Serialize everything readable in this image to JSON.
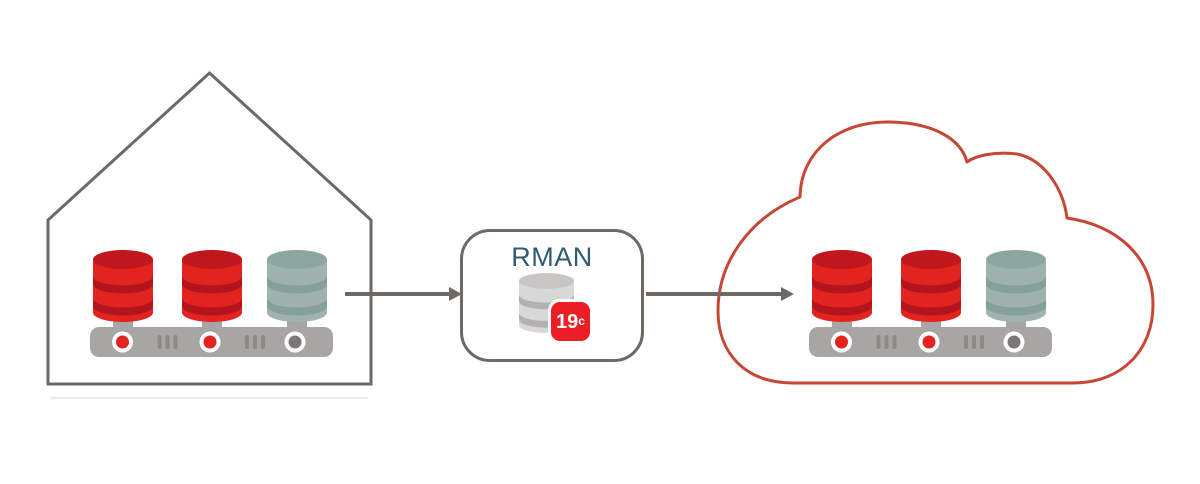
{
  "diagram": {
    "rman_box": {
      "label": "RMAN",
      "badge_value": "19",
      "badge_superscript": "c"
    },
    "nodes": {
      "on_premises": {
        "icon": "house-outline-icon",
        "contents": [
          "database-red-icon",
          "database-red-icon",
          "database-teal-icon",
          "server-bar-icon"
        ]
      },
      "rman": {
        "icon": "database-gray-icon",
        "badge_icon": "version-badge-19c"
      },
      "cloud": {
        "icon": "cloud-outline-icon",
        "contents": [
          "database-red-icon",
          "database-red-icon",
          "database-teal-icon",
          "server-bar-icon"
        ]
      }
    },
    "connectors": [
      {
        "from": "on_premises",
        "to": "rman",
        "icon": "arrow-right-icon"
      },
      {
        "from": "rman",
        "to": "cloud",
        "icon": "arrow-right-icon"
      }
    ],
    "colors": {
      "outline_gray": "#6d6965",
      "cloud_red": "#c74634",
      "database_red": "#e2231e",
      "database_red_dark": "#b2151d",
      "database_teal": "#9fb2ae",
      "database_teal_dark": "#859f9a",
      "database_light_gray": "#d9d8d8",
      "server_bar_gray": "#a8a5a5",
      "indicator_red": "#e2231e",
      "indicator_gray": "#7b7777",
      "badge_red": "#eb1d25",
      "rman_text": "#305b70"
    }
  }
}
